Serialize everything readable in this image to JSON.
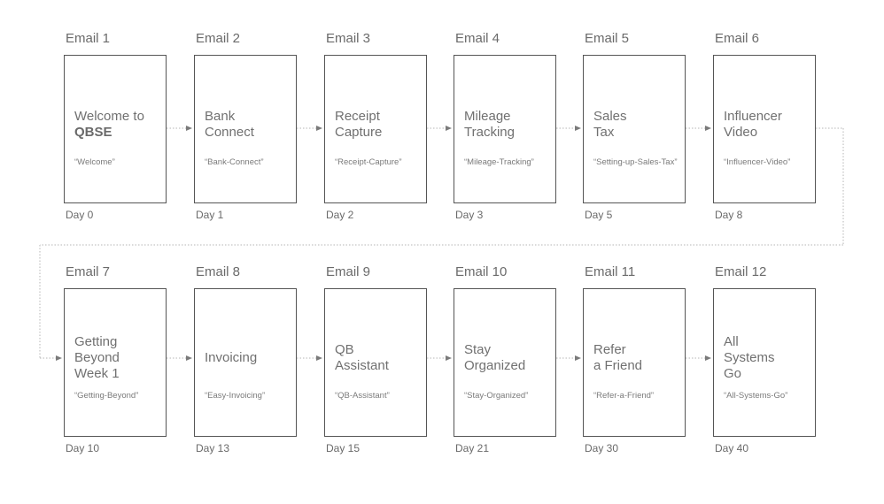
{
  "emails": [
    {
      "label": "Email 1",
      "title": [
        "Welcome to",
        "QBSE"
      ],
      "strong_last": true,
      "slug": "“Welcome”",
      "day": "Day 0"
    },
    {
      "label": "Email 2",
      "title": [
        "Bank",
        "Connect"
      ],
      "slug": "“Bank-Connect”",
      "day": "Day 1"
    },
    {
      "label": "Email 3",
      "title": [
        "Receipt",
        "Capture"
      ],
      "slug": "“Receipt-Capture”",
      "day": "Day 2"
    },
    {
      "label": "Email 4",
      "title": [
        "Mileage",
        "Tracking"
      ],
      "slug": "“Mileage-Tracking”",
      "day": "Day 3"
    },
    {
      "label": "Email 5",
      "title": [
        "Sales",
        "Tax"
      ],
      "slug": "“Setting-up-Sales-Tax”",
      "day": "Day 5"
    },
    {
      "label": "Email 6",
      "title": [
        "Influencer",
        "Video"
      ],
      "slug": "“Influencer-Video”",
      "day": "Day 8"
    },
    {
      "label": "Email 7",
      "title": [
        "Getting",
        "Beyond",
        "Week 1"
      ],
      "slug": "“Getting-Beyond”",
      "day": "Day 10"
    },
    {
      "label": "Email 8",
      "title": [
        "Invoicing"
      ],
      "slug": "“Easy-Invoicing”",
      "day": "Day 13"
    },
    {
      "label": "Email 9",
      "title": [
        "QB",
        "Assistant"
      ],
      "slug": "“QB-Assistant”",
      "day": "Day 15"
    },
    {
      "label": "Email 10",
      "title": [
        "Stay",
        "Organized"
      ],
      "slug": "“Stay-Organized”",
      "day": "Day 21"
    },
    {
      "label": "Email 11",
      "title": [
        "Refer",
        "a Friend"
      ],
      "slug": "“Refer-a-Friend”",
      "day": "Day 30"
    },
    {
      "label": "Email 12",
      "title": [
        "All",
        "Systems",
        "Go"
      ],
      "slug": "“All-Systems-Go”",
      "day": "Day 40"
    }
  ],
  "colors": {
    "border": "#555555",
    "text": "#6e6e6e",
    "connector": "#b5b5b5",
    "arrow": "#7a7a7a"
  }
}
